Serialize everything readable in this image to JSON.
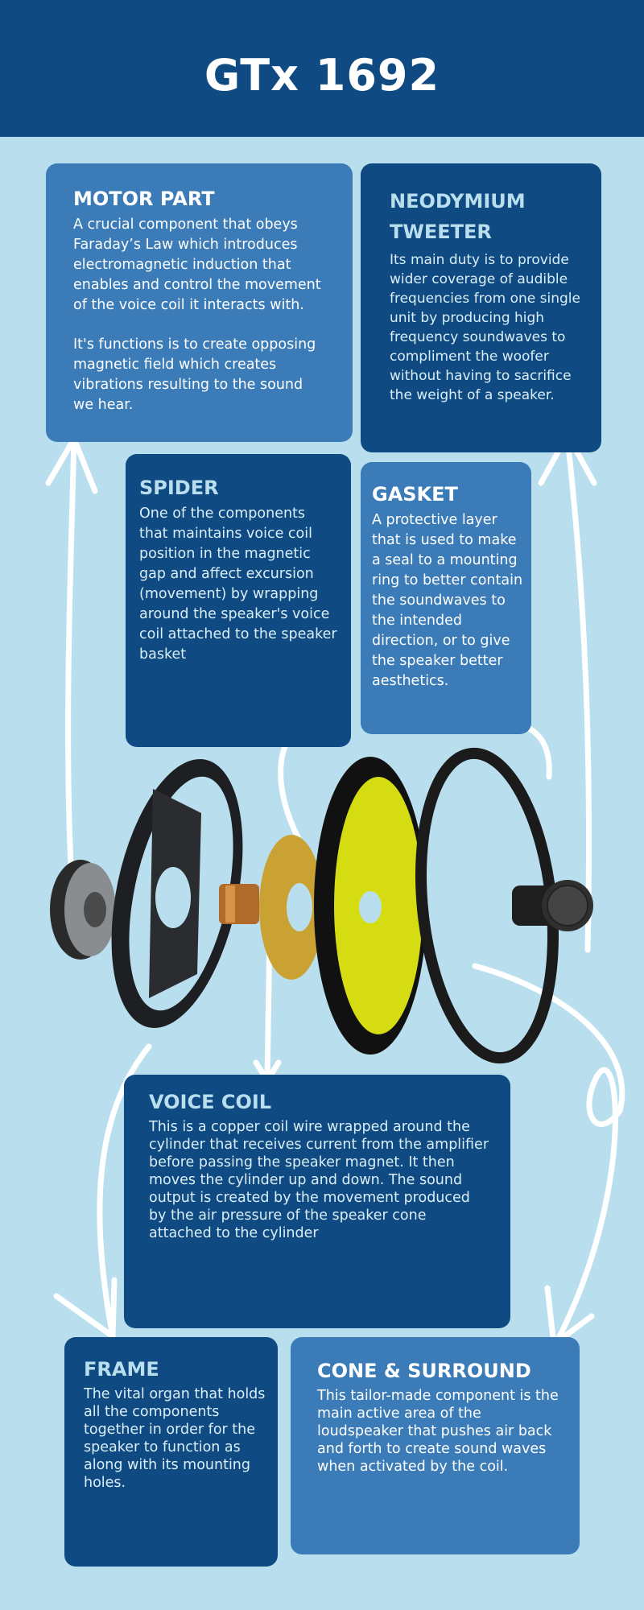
{
  "title": "GTx 1692",
  "colors": {
    "background": "#b9dfee",
    "header": "#104a82",
    "box_light": "#3b7bb7",
    "box_dark": "#104a82",
    "cone_yellow": "#d6dc12"
  },
  "sections": {
    "motor": {
      "heading": "MOTOR PART",
      "text1": "A crucial component that obeys Faraday’s Law which introduces electromagnetic induction that enables and control the movement of the voice coil it interacts with.",
      "text2": "It's functions is to create opposing magnetic field which creates vibrations resulting to the sound we hear."
    },
    "tweeter": {
      "heading": "NEODYMIUM TWEETER",
      "text": "Its main duty is to provide wider coverage of audible frequencies from one single unit by producing high frequency soundwaves to compliment the woofer without having to sacrifice the weight of a speaker."
    },
    "spider": {
      "heading": "SPIDER",
      "text": "One of the components that maintains voice coil position in the magnetic gap and affect excursion (movement) by wrapping around the speaker's voice coil attached to the speaker basket"
    },
    "gasket": {
      "heading": "GASKET",
      "text": "A protective layer that is used to make a seal to a mounting ring to better contain the soundwaves to the intended direction, or to give the speaker better aesthetics."
    },
    "voice_coil": {
      "heading": "VOICE COIL",
      "text": "This is a copper coil wire wrapped around the cylinder that receives current from the amplifier before passing the speaker magnet. It then moves the cylinder up and down. The sound output is created by the movement produced by the air pressure of the speaker cone attached to the cylinder"
    },
    "frame": {
      "heading": "FRAME",
      "text": "The vital organ that holds all the components together in order for the speaker to function as along with its mounting holes."
    },
    "cone": {
      "heading": "CONE & SURROUND",
      "text": "This tailor-made component is the main active area of the loudspeaker that pushes air back and forth to create sound waves when activated by the coil."
    }
  }
}
